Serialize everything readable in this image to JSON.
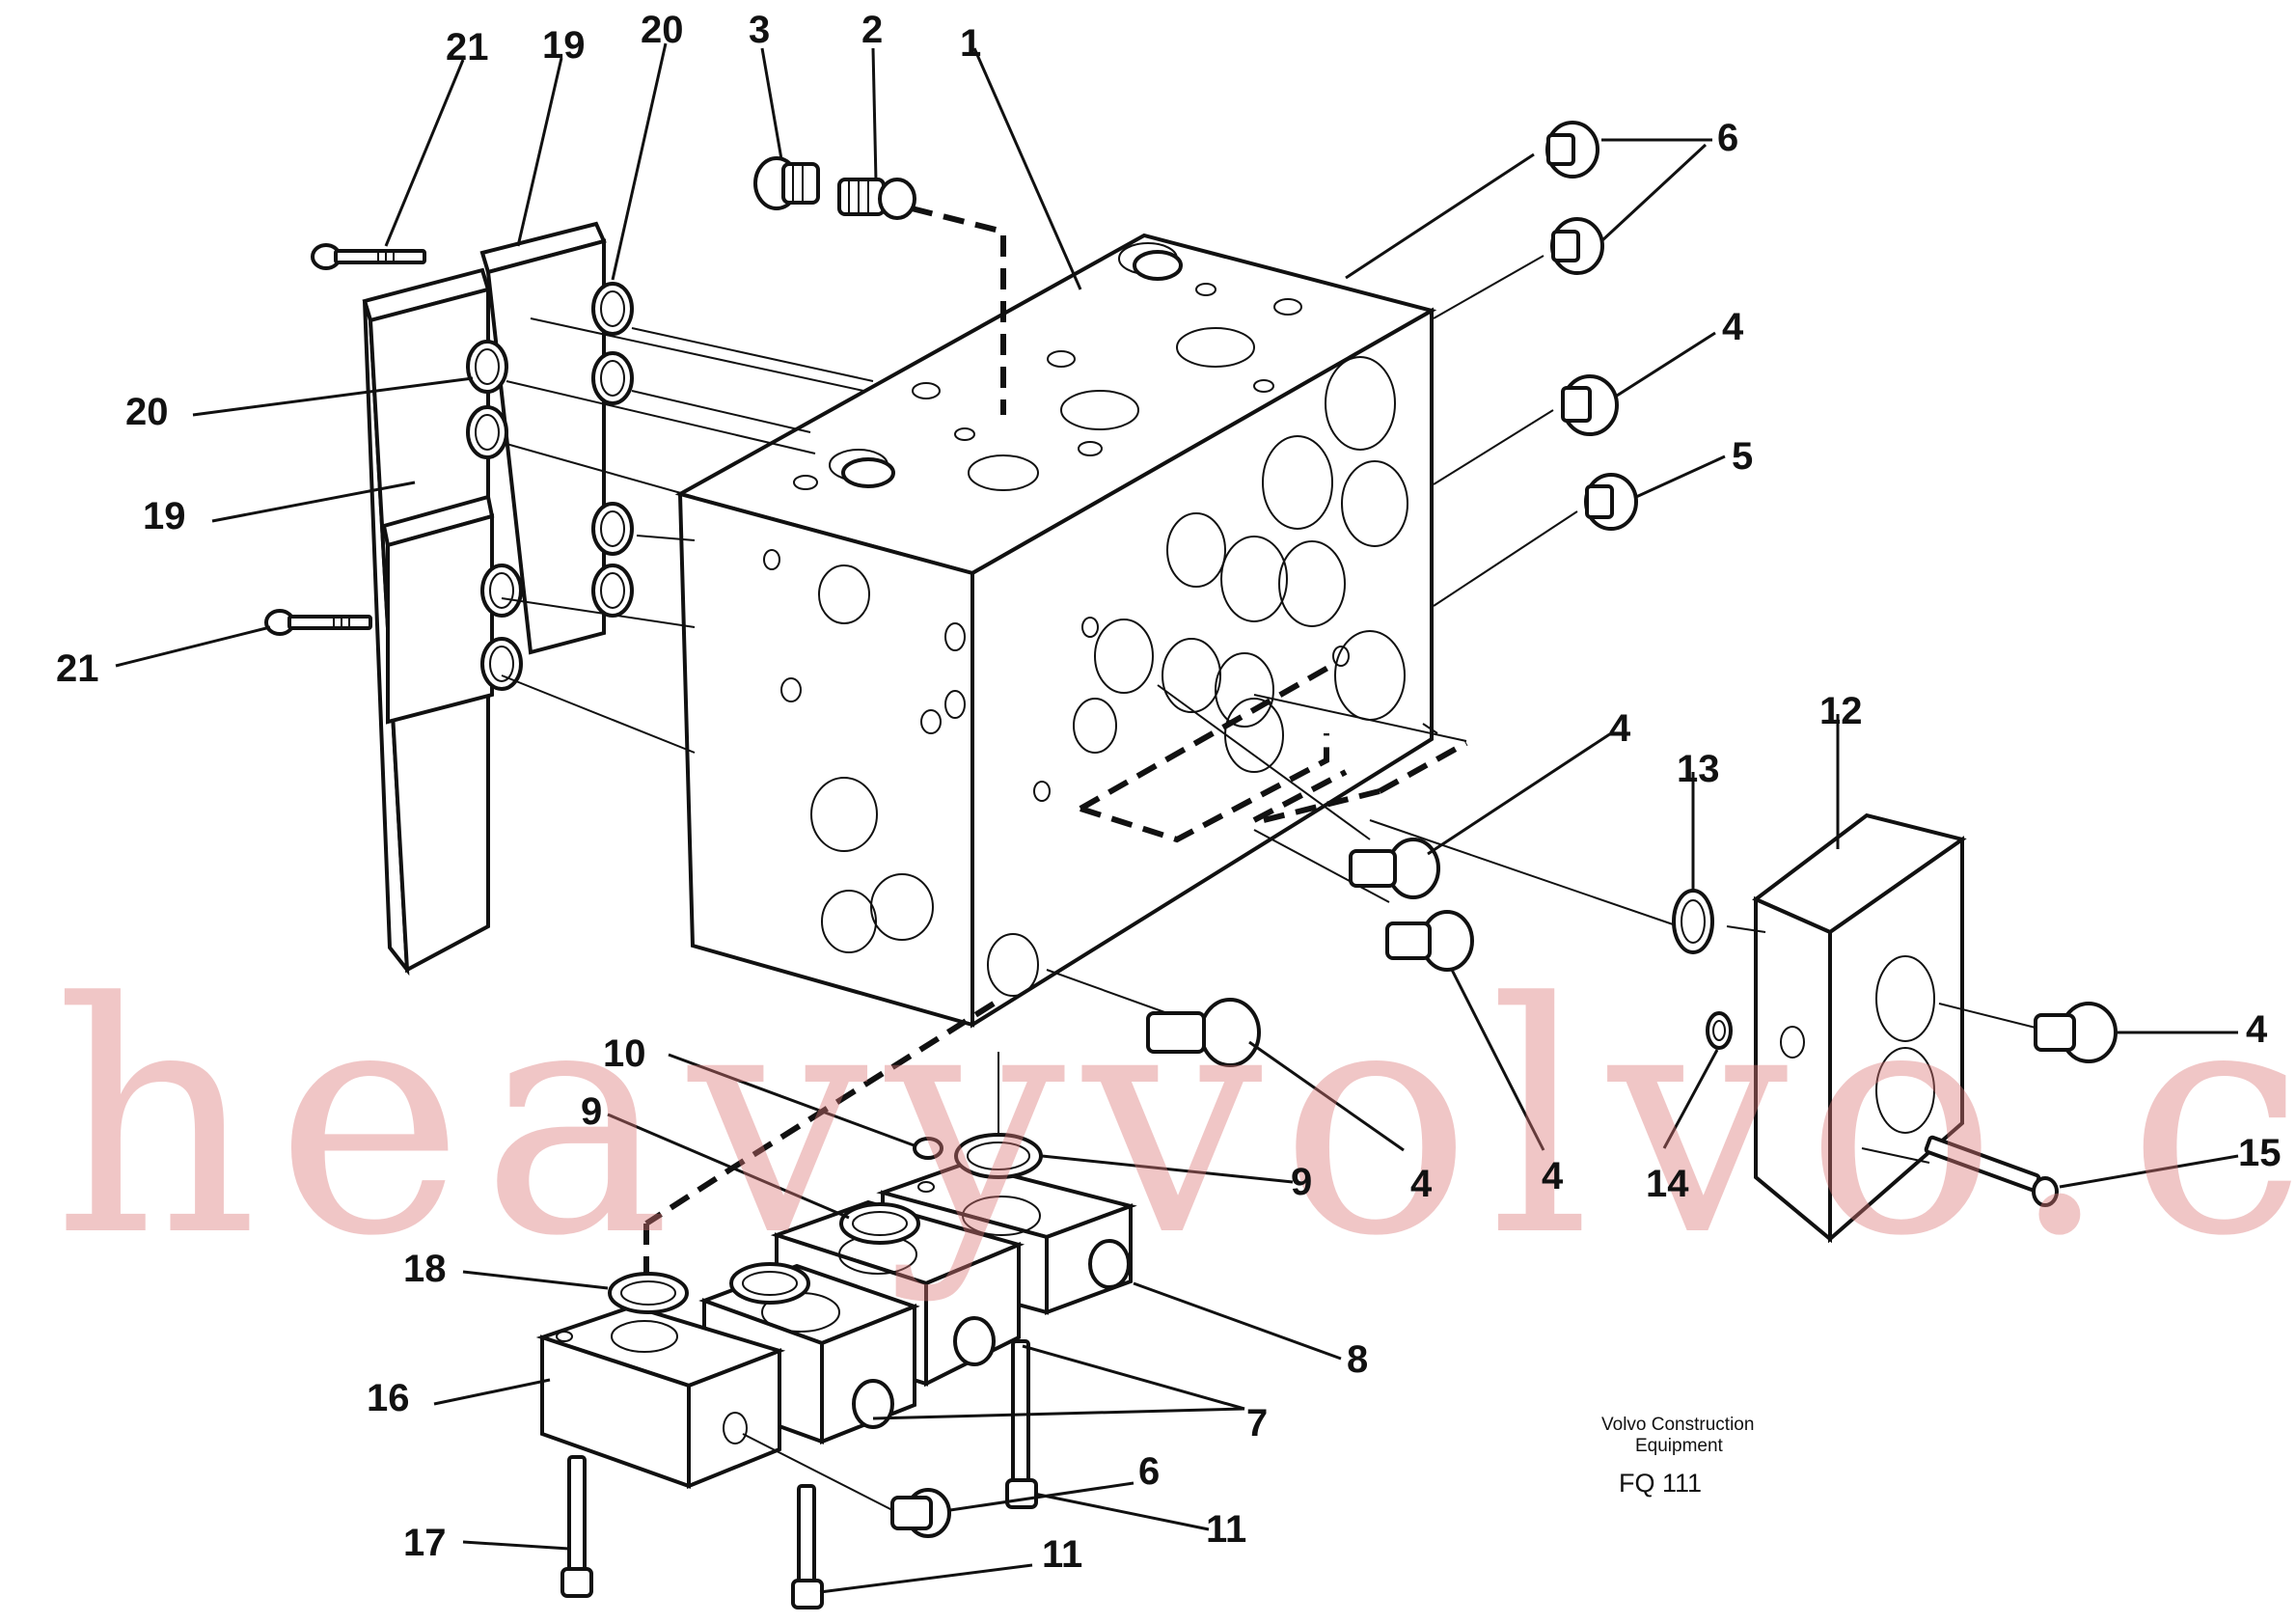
{
  "diagram": {
    "watermark": "heavyvolvo.com",
    "caption": {
      "line1": "Volvo Construction",
      "line2": "Equipment",
      "code": "FQ 111"
    },
    "labels": [
      {
        "id": "l21a",
        "text": "21"
      },
      {
        "id": "l19a",
        "text": "19"
      },
      {
        "id": "l20a",
        "text": "20"
      },
      {
        "id": "l3",
        "text": "3"
      },
      {
        "id": "l2",
        "text": "2"
      },
      {
        "id": "l1",
        "text": "1"
      },
      {
        "id": "l6a",
        "text": "6"
      },
      {
        "id": "l4a",
        "text": "4"
      },
      {
        "id": "l5",
        "text": "5"
      },
      {
        "id": "l20b",
        "text": "20"
      },
      {
        "id": "l19b",
        "text": "19"
      },
      {
        "id": "l21b",
        "text": "21"
      },
      {
        "id": "l4b",
        "text": "4"
      },
      {
        "id": "l13",
        "text": "13"
      },
      {
        "id": "l12",
        "text": "12"
      },
      {
        "id": "l4c",
        "text": "4"
      },
      {
        "id": "l15",
        "text": "15"
      },
      {
        "id": "l10",
        "text": "10"
      },
      {
        "id": "l9a",
        "text": "9"
      },
      {
        "id": "l9b",
        "text": "9"
      },
      {
        "id": "l4d",
        "text": "4"
      },
      {
        "id": "l4e",
        "text": "4"
      },
      {
        "id": "l14",
        "text": "14"
      },
      {
        "id": "l18",
        "text": "18"
      },
      {
        "id": "l8",
        "text": "8"
      },
      {
        "id": "l16",
        "text": "16"
      },
      {
        "id": "l7",
        "text": "7"
      },
      {
        "id": "l6b",
        "text": "6"
      },
      {
        "id": "l11a",
        "text": "11"
      },
      {
        "id": "l17",
        "text": "17"
      },
      {
        "id": "l11b",
        "text": "11"
      }
    ]
  }
}
